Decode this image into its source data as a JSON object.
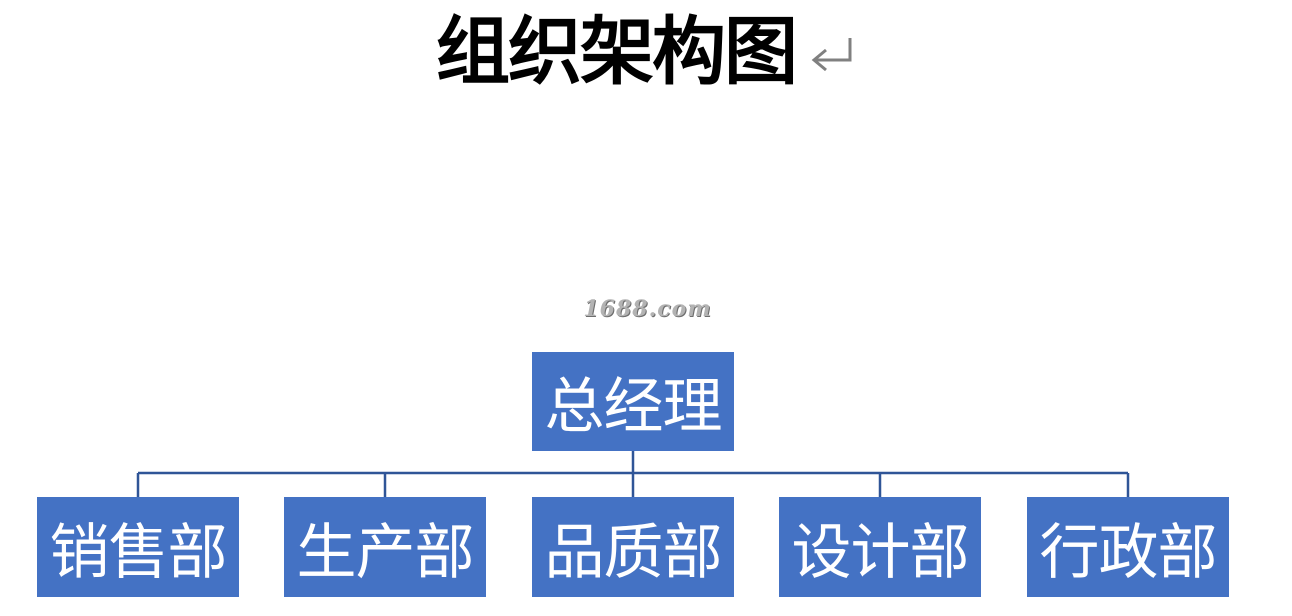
{
  "title": "组织架构图",
  "watermark": "1688.com",
  "colors": {
    "box_fill": "#4472c4",
    "box_text": "#ffffff",
    "connector": "#2f5597",
    "title_text": "#000000",
    "paragraph_mark": "#808080"
  },
  "icons": {
    "paragraph_mark": "return-arrow-icon"
  },
  "org": {
    "root": "总经理",
    "departments": [
      "销售部",
      "生产部",
      "品质部",
      "设计部",
      "行政部"
    ]
  }
}
